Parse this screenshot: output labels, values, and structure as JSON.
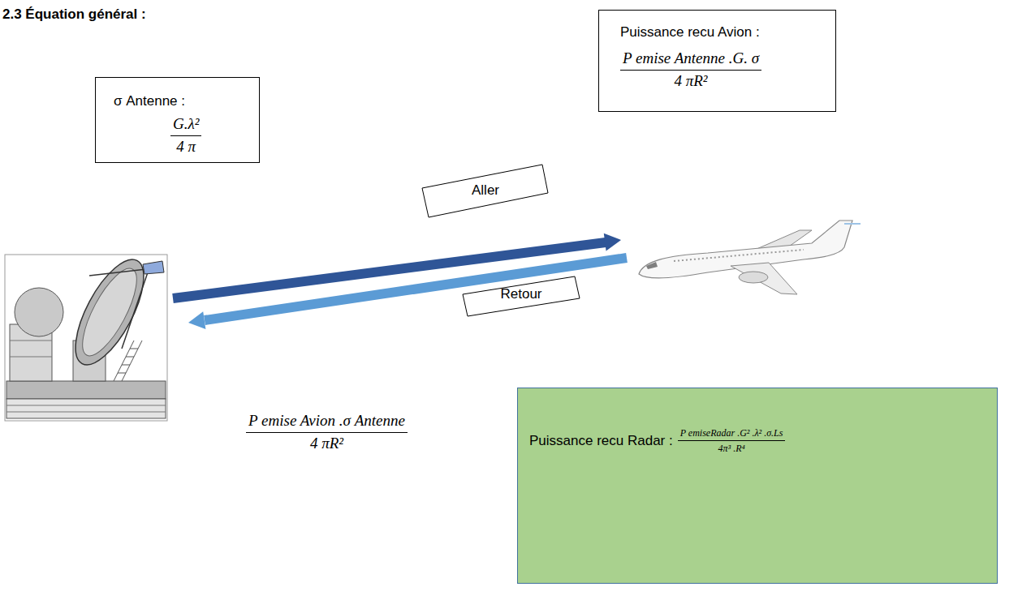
{
  "diagram": {
    "title": "2.3 Équation général :",
    "nodes": [
      {
        "text": [
          "Puissance recu Avion :",
          "P emise Antenne .G. σ",
          "4 πR²"
        ]
      },
      {
        "text": [
          "σ Antenne :",
          "G.λ²",
          "4 π"
        ]
      },
      {
        "text": [
          "Aller"
        ]
      },
      {
        "text": [
          "Retour"
        ]
      },
      {
        "text": [
          "Puissance recu Radar :",
          "P emiseRadar .G² .λ² .σ.Ls",
          "4π³ .R⁴"
        ]
      }
    ],
    "labels": [
      "P emise Avion .σ Antenne",
      "4 πR²"
    ]
  }
}
